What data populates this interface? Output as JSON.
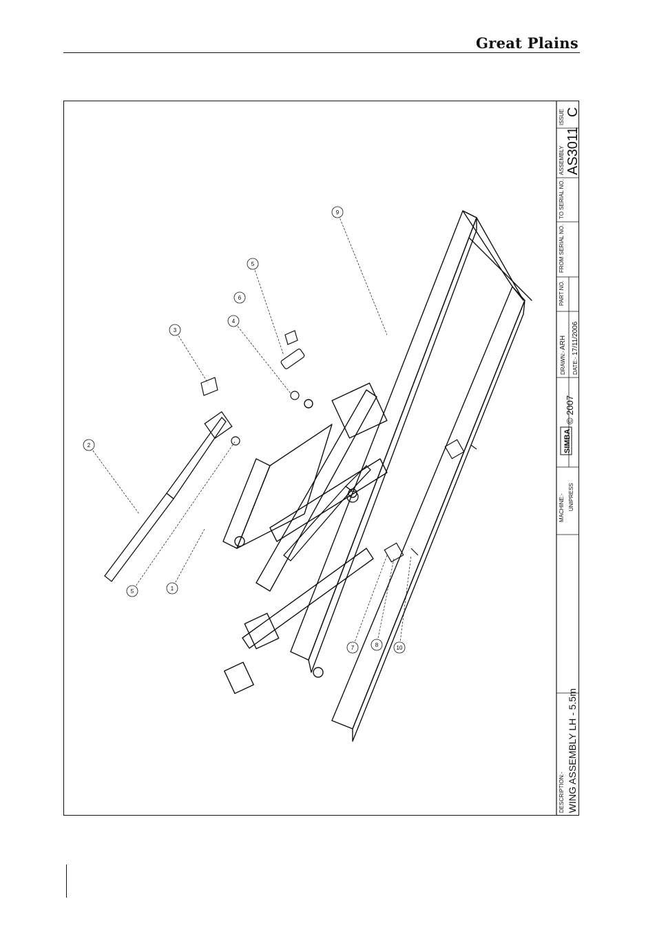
{
  "header": {
    "brand": "Great Plains"
  },
  "title_block": {
    "description_label": "DESCRIPTION:-",
    "description": "WING ASSEMBLY LH - 5.5m",
    "machine_label": "MACHINE:-",
    "machine": "UNIPRESS",
    "logo_text": "SIMBA",
    "copyright": "© 2007",
    "drawn_label": "DRAWN:-",
    "drawn": "ARH",
    "date_label": "DATE:-",
    "date": "17/11/2006",
    "part_no_label": "PART NO.",
    "from_serial_label": "FROM SERIAL NO.",
    "to_serial_label": "TO SERIAL NO.",
    "assembly_label": "ASSEMBLY",
    "assembly": "AS3011",
    "issue_label": "ISSUE",
    "issue": "C"
  },
  "callouts": [
    "1",
    "2",
    "3",
    "4",
    "5",
    "5",
    "6",
    "7",
    "8",
    "9",
    "10"
  ]
}
